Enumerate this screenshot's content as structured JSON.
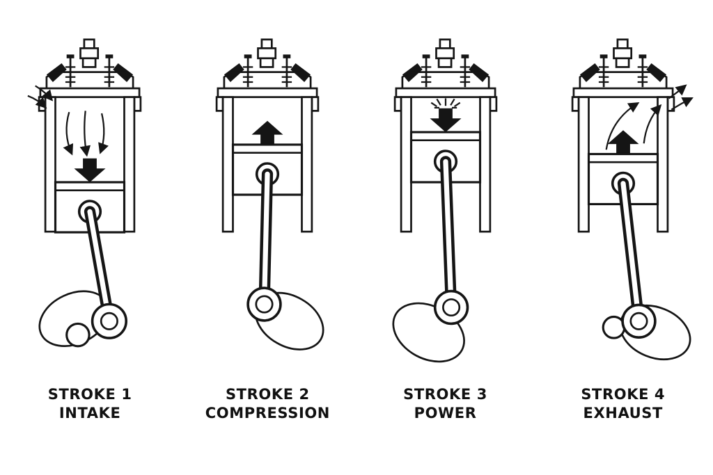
{
  "colors": {
    "ink": "#151515",
    "background": "#ffffff"
  },
  "strokes": [
    {
      "title": "STROKE 1",
      "name": "INTAKE",
      "piston_motion": "down",
      "event": "intake-flow"
    },
    {
      "title": "STROKE 2",
      "name": "COMPRESSION",
      "piston_motion": "up",
      "event": "compression"
    },
    {
      "title": "STROKE 3",
      "name": "POWER",
      "piston_motion": "down",
      "event": "combustion"
    },
    {
      "title": "STROKE 4",
      "name": "EXHAUST",
      "piston_motion": "up",
      "event": "exhaust-flow"
    }
  ]
}
